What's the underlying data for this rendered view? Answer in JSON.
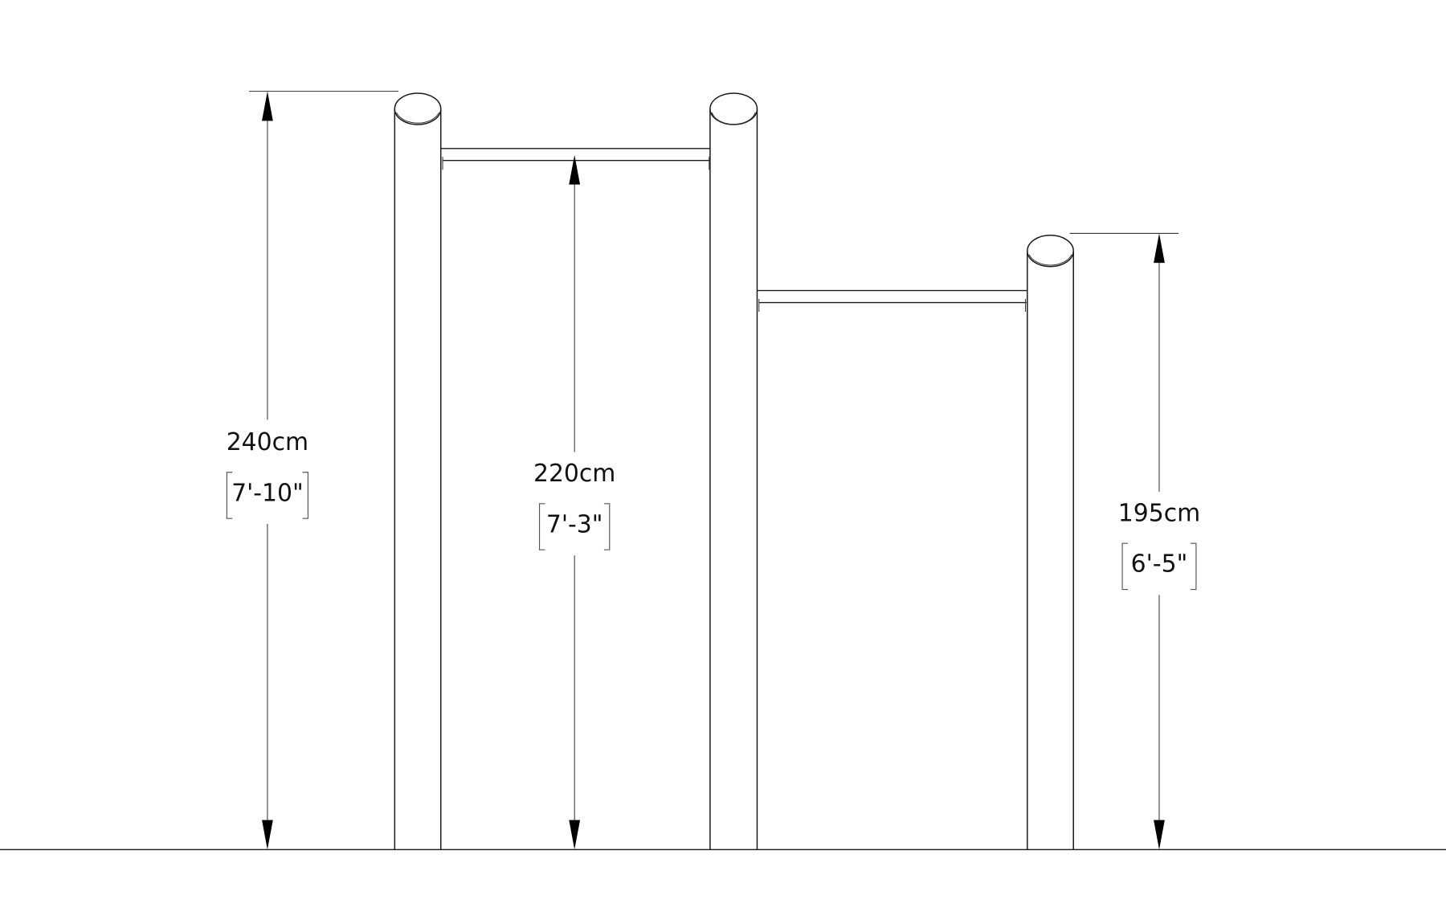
{
  "diagram": {
    "title": "Pull-up bar frame dimensions",
    "colors": {
      "line": "#1a1a1a",
      "background": "#ffffff"
    },
    "dimensions": [
      {
        "id": "post-height",
        "metric": "240cm",
        "imperial": "7'-10\""
      },
      {
        "id": "high-bar-clearance",
        "metric": "220cm",
        "imperial": "7'-3\""
      },
      {
        "id": "low-post-height",
        "metric": "195cm",
        "imperial": "6'-5\""
      }
    ]
  }
}
